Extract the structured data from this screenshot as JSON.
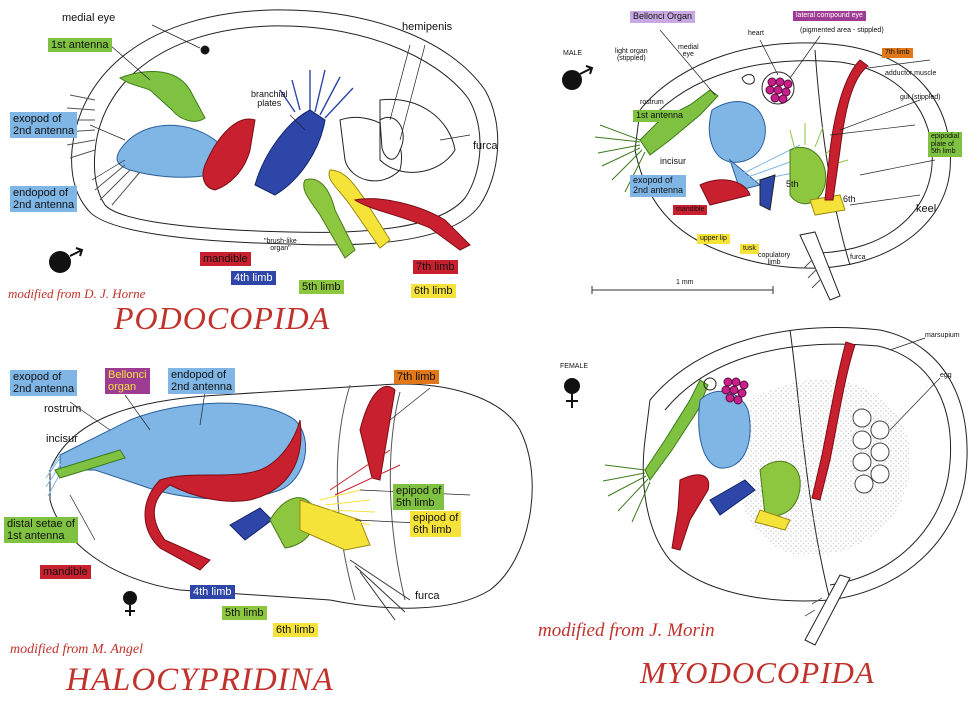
{
  "colors": {
    "antenna1": "#7fc241",
    "antenna2": "#7fb6e6",
    "mandible": "#c8202e",
    "limb4": "#2d46a8",
    "limb5": "#8dc63f",
    "limb6": "#f5e33a",
    "limb7": "#c8202e",
    "orange": "#e0781a",
    "purple": "#9d3c92",
    "caption": "#c0322b"
  },
  "podocopida": {
    "title": "PODOCOPIDA",
    "caption": "modified from D. J. Horne",
    "labels": {
      "medial_eye": "medial eye",
      "antenna1": "1st antenna",
      "exopod": "exopod of\n2nd antenna",
      "endopod": "endopod of\n2nd antenna",
      "branchial": "branchial\nplates",
      "hemipenis": "hemipenis",
      "furca": "furca",
      "mandible": "mandible",
      "brush": "\"brush-like\norgan\"",
      "limb4": "4th limb",
      "limb5": "5th limb",
      "limb6": "6th limb",
      "limb7": "7th limb"
    }
  },
  "myodocopida_male": {
    "sex": "MALE",
    "labels": {
      "bellonci": "Bellonci Organ",
      "lateral_eye": "lateral compound eye",
      "lateral_eye_sub": "(pigmented area - stippled)",
      "heart": "heart",
      "light_organ": "light organ\n(stippled)",
      "medial_eye": "medial\neye",
      "limb7": "7th limb",
      "adductor": "adductor muscle",
      "gut": "gut (stippled)",
      "rostrum": "rostrum",
      "antenna1": "1st antenna",
      "incisur": "incisur",
      "exopod": "exopod of\n2nd antenna",
      "mandible": "mandible",
      "epipodial": "epipodial\nplate of\n5th limb",
      "fifth": "5th",
      "sixth": "6th",
      "keel": "keel",
      "upper_lip": "upper lip",
      "tusk": "tusk",
      "copulatory": "copulatory\nlimb",
      "furca": "furca",
      "scale": "1 mm"
    }
  },
  "halocypridina": {
    "title": "HALOCYPRIDINA",
    "caption": "modified from M. Angel",
    "labels": {
      "exopod": "exopod of\n2nd antenna",
      "bellonci": "Bellonci\norgan",
      "endopod": "endopod of\n2nd antenna",
      "limb7": "7th limb",
      "rostrum": "rostrum",
      "incisur": "incisur",
      "epipod5": "epipod of\n5th limb",
      "epipod6": "epipod of\n6th limb",
      "distal": "distal setae of\n1st antenna",
      "mandible": "mandible",
      "limb4": "4th limb",
      "limb5": "5th limb",
      "limb6": "6th limb",
      "furca": "furca"
    }
  },
  "myodocopida_female": {
    "title": "MYODOCOPIDA",
    "caption": "modified from J. Morin",
    "sex": "FEMALE",
    "labels": {
      "marsupium": "marsupium",
      "egg": "egg"
    }
  }
}
